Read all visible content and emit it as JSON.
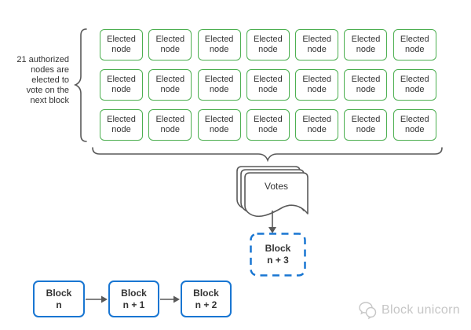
{
  "caption": {
    "text": "21 authorized\nnodes are\nelected to\nvote on the\nnext block"
  },
  "grid": {
    "node_label": "Elected node",
    "rows": 3,
    "cols": 7
  },
  "votes": {
    "label": "Votes"
  },
  "future_block": {
    "label": "Block\nn + 3"
  },
  "chain": {
    "blocks": [
      {
        "label": "Block\nn"
      },
      {
        "label": "Block\nn + 1"
      },
      {
        "label": "Block\nn + 2"
      }
    ]
  },
  "watermark": {
    "icon": "chat-bubbles-icon",
    "text": "Block unicorn"
  },
  "colors": {
    "node_border": "#4caf50",
    "block_border": "#1976d2",
    "connector": "#595959",
    "text": "#333333",
    "watermark": "#c6c6c6"
  }
}
